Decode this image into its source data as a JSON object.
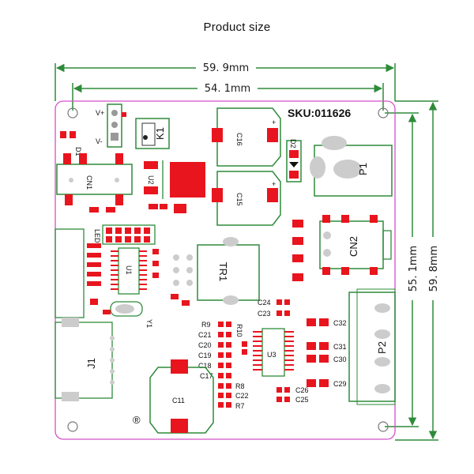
{
  "title": "Product size",
  "dimensions": {
    "width_outer": "59. 9mm",
    "width_hole": "54. 1mm",
    "height_hole": "55. 1mm",
    "height_outer": "59. 8mm"
  },
  "sku": "SKU:011626",
  "components": {
    "V+": "V+",
    "V-": "V-",
    "K1": "K1",
    "D1": "D1",
    "CN1": "CN1",
    "U2": "U2",
    "C16": "C16",
    "C15": "C15",
    "D2": "D2",
    "P1": "P1",
    "LED": "LED",
    "U1": "U1",
    "TR1": "TR1",
    "CN2": "CN2",
    "Y1": "Y1",
    "C24": "C24",
    "C23": "C23",
    "R9": "R9",
    "R10": "R10",
    "C21": "C21",
    "C20": "C20",
    "C19": "C19",
    "C18": "C18",
    "C17": "C17",
    "U3": "U3",
    "C32": "C32",
    "C31": "C31",
    "C30": "C30",
    "P2": "P2",
    "C29": "C29",
    "R8": "R8",
    "C22": "C22",
    "R7": "R7",
    "C26": "C26",
    "C25": "C25",
    "J1": "J1",
    "C11": "C11",
    "reg": "®"
  },
  "colors": {
    "silk_green": "#2e8b3a",
    "pad_red": "#e8151e",
    "board_outline": "#d54fc8"
  }
}
